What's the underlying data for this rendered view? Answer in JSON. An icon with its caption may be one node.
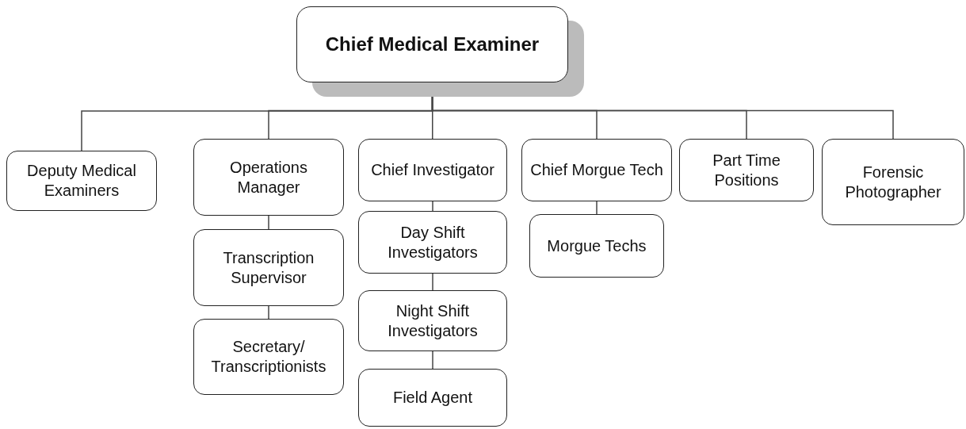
{
  "diagram": {
    "nodes": [
      {
        "text": [
          "Chief Medical Examiner"
        ]
      },
      {
        "text": [
          "Deputy Medical Examiners"
        ]
      },
      {
        "text": [
          "Operations Manager"
        ]
      },
      {
        "text": [
          "Transcription Supervisor"
        ]
      },
      {
        "text": [
          "Secretary/ Transcriptionists"
        ]
      },
      {
        "text": [
          "Chief Investigator"
        ]
      },
      {
        "text": [
          "Day Shift Investigators"
        ]
      },
      {
        "text": [
          "Night Shift Investigators"
        ]
      },
      {
        "text": [
          "Field Agent"
        ]
      },
      {
        "text": [
          "Chief Morgue Tech"
        ]
      },
      {
        "text": [
          "Morgue Techs"
        ]
      },
      {
        "text": [
          "Part Time Positions"
        ]
      },
      {
        "text": [
          "Forensic Photographer"
        ]
      }
    ],
    "edges": [
      {
        "from": 0,
        "to": 1,
        "arrow": "none"
      },
      {
        "from": 0,
        "to": 2,
        "arrow": "none"
      },
      {
        "from": 0,
        "to": 5,
        "arrow": "none"
      },
      {
        "from": 0,
        "to": 9,
        "arrow": "none"
      },
      {
        "from": 0,
        "to": 11,
        "arrow": "none"
      },
      {
        "from": 0,
        "to": 12,
        "arrow": "none"
      },
      {
        "from": 2,
        "to": 3,
        "arrow": "none"
      },
      {
        "from": 3,
        "to": 4,
        "arrow": "none"
      },
      {
        "from": 5,
        "to": 6,
        "arrow": "none"
      },
      {
        "from": 6,
        "to": 7,
        "arrow": "none"
      },
      {
        "from": 7,
        "to": 8,
        "arrow": "none"
      },
      {
        "from": 9,
        "to": 10,
        "arrow": "none"
      }
    ]
  }
}
